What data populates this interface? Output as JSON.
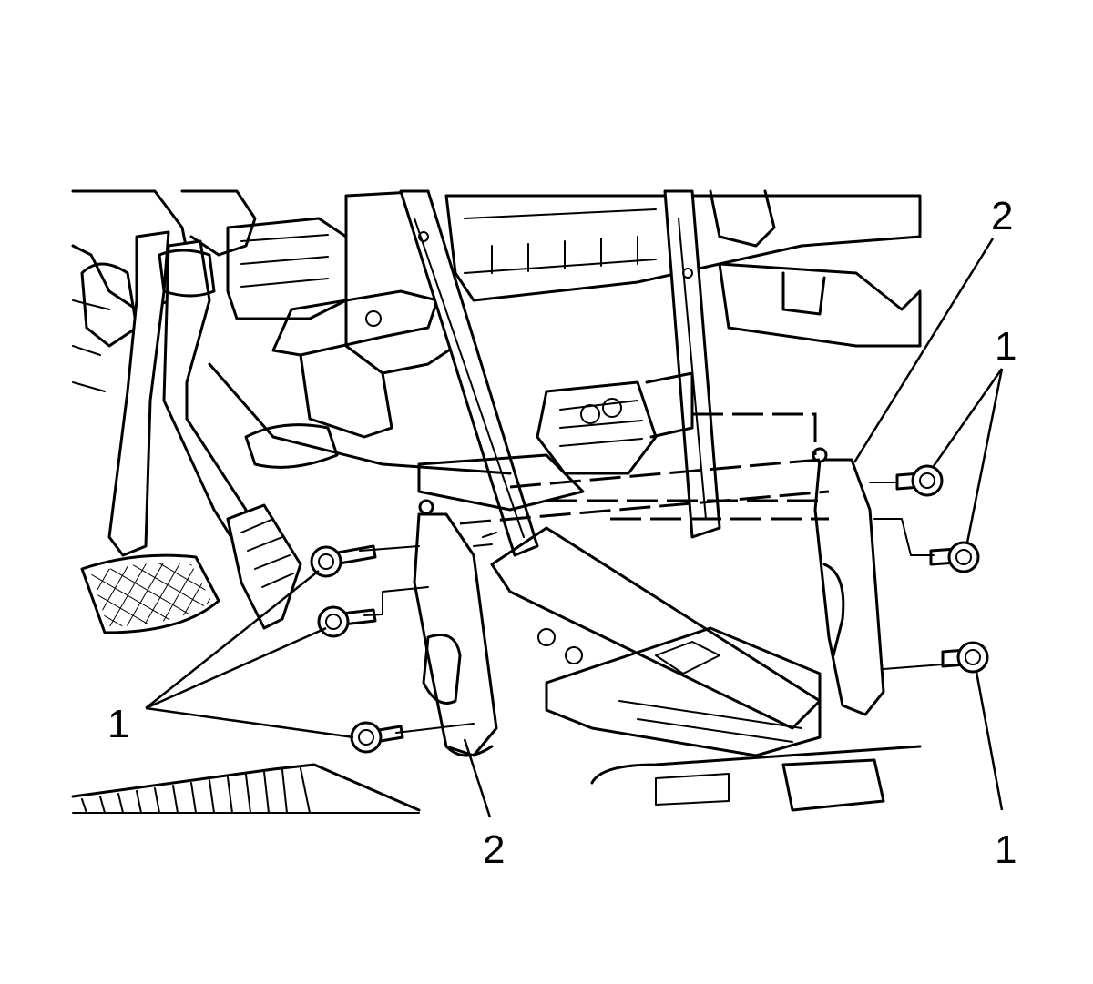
{
  "callouts": {
    "bolts_left": "1",
    "bolts_right_top": "1",
    "bolt_right_bottom": "1",
    "bracket_right": "2",
    "bracket_left": "2"
  },
  "colors": {
    "line": "#000000",
    "background": "#ffffff"
  }
}
